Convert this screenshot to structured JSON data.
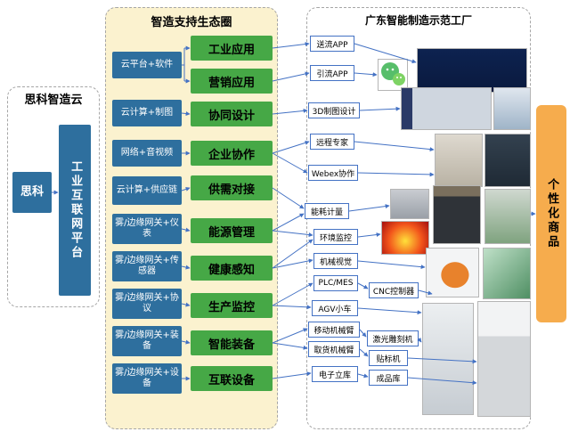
{
  "cloud_panel": {
    "title": "思科智造云",
    "cisco": "思科",
    "platform": "工业互联网平台"
  },
  "ecosystem_panel": {
    "title": "智造支持生态圈",
    "tech_items": [
      "云平台+软件",
      "云计算+制图",
      "网络+音视频",
      "云计算+供应链",
      "雾/边缘网关+仪表",
      "雾/边缘网关+传感器",
      "雾/边缘网关+协议",
      "雾/边缘网关+装备",
      "雾/边缘网关+设备"
    ],
    "capability_items": [
      "工业应用",
      "营销应用",
      "协同设计",
      "企业协作",
      "供需对接",
      "能源管理",
      "健康感知",
      "生产监控",
      "智能装备",
      "互联设备"
    ]
  },
  "factory_panel": {
    "title": "广东智能制造示范工厂",
    "nodes": [
      "送流APP",
      "引流APP",
      "3D制图设计",
      "远程专家",
      "Webex协作",
      "能耗计量",
      "环境监控",
      "机械视觉",
      "PLC/MES",
      "CNC控制器",
      "AGV小车",
      "移动机械臂",
      "取货机械臂",
      "激光雕刻机",
      "贴标机",
      "电子立库",
      "成品库"
    ]
  },
  "output_panel": {
    "label": "个性化商品"
  },
  "icons": {
    "wechat": "wechat-icon"
  },
  "colors": {
    "blue_box": "#2E6F9E",
    "green_box": "#46A846",
    "panel_yellow": "#FBF2CF",
    "node_border": "#4472C4",
    "connector": "#4472C4",
    "output_orange": "#F6AC4D"
  }
}
